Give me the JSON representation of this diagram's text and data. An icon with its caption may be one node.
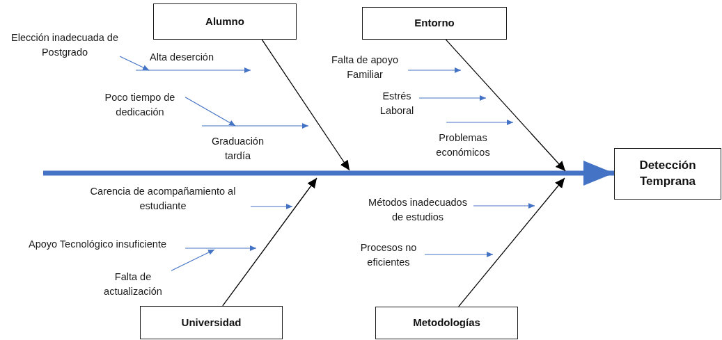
{
  "diagram": {
    "nodes": [
      {
        "text": [
          "Alumno"
        ]
      },
      {
        "text": [
          "Entorno"
        ]
      },
      {
        "text": [
          "Detección Temprana"
        ]
      },
      {
        "text": [
          "Elección inadecuada de Postgrado"
        ]
      },
      {
        "text": [
          "Alta deserción"
        ]
      },
      {
        "text": [
          "Poco tiempo de dedicación"
        ]
      },
      {
        "text": [
          "Graduación tardía"
        ]
      },
      {
        "text": [
          "Falta de apoyo Familiar"
        ]
      },
      {
        "text": [
          "Estrés Laboral"
        ]
      },
      {
        "text": [
          "Problemas económicos"
        ]
      },
      {
        "text": [
          "Carencia de acompañamiento al estudiante"
        ]
      },
      {
        "text": [
          "Apoyo Tecnológico insuficiente"
        ]
      },
      {
        "text": [
          "Falta de actualización"
        ]
      },
      {
        "text": [
          "Métodos inadecuados de estudios"
        ]
      },
      {
        "text": [
          "Procesos no eficientes"
        ]
      },
      {
        "text": [
          "Universidad"
        ]
      },
      {
        "text": [
          "Metodologías"
        ]
      }
    ],
    "edges": [
      {
        "from": null,
        "to": 2,
        "arrow": "to",
        "style": "thick"
      },
      {
        "from": 0,
        "to": null,
        "arrow": "to",
        "color": "#000000"
      },
      {
        "from": 1,
        "to": null,
        "arrow": "to",
        "color": "#000000"
      },
      {
        "from": 15,
        "to": null,
        "arrow": "to",
        "color": "#000000"
      },
      {
        "from": 16,
        "to": null,
        "arrow": "to",
        "color": "#000000"
      },
      {
        "from": 3,
        "to": 4,
        "arrow": "to"
      },
      {
        "from": 4,
        "to": null,
        "arrow": "to"
      },
      {
        "from": 5,
        "to": 6,
        "arrow": "to"
      },
      {
        "from": 6,
        "to": null,
        "arrow": "to"
      },
      {
        "from": 7,
        "to": null,
        "arrow": "to"
      },
      {
        "from": 8,
        "to": null,
        "arrow": "to"
      },
      {
        "from": 9,
        "to": null,
        "arrow": "to"
      },
      {
        "from": 10,
        "to": null,
        "arrow": "to"
      },
      {
        "from": 11,
        "to": null,
        "arrow": "to"
      },
      {
        "from": 12,
        "to": null,
        "arrow": "to"
      },
      {
        "from": 13,
        "to": null,
        "arrow": "to"
      },
      {
        "from": 14,
        "to": null,
        "arrow": "to"
      }
    ]
  }
}
